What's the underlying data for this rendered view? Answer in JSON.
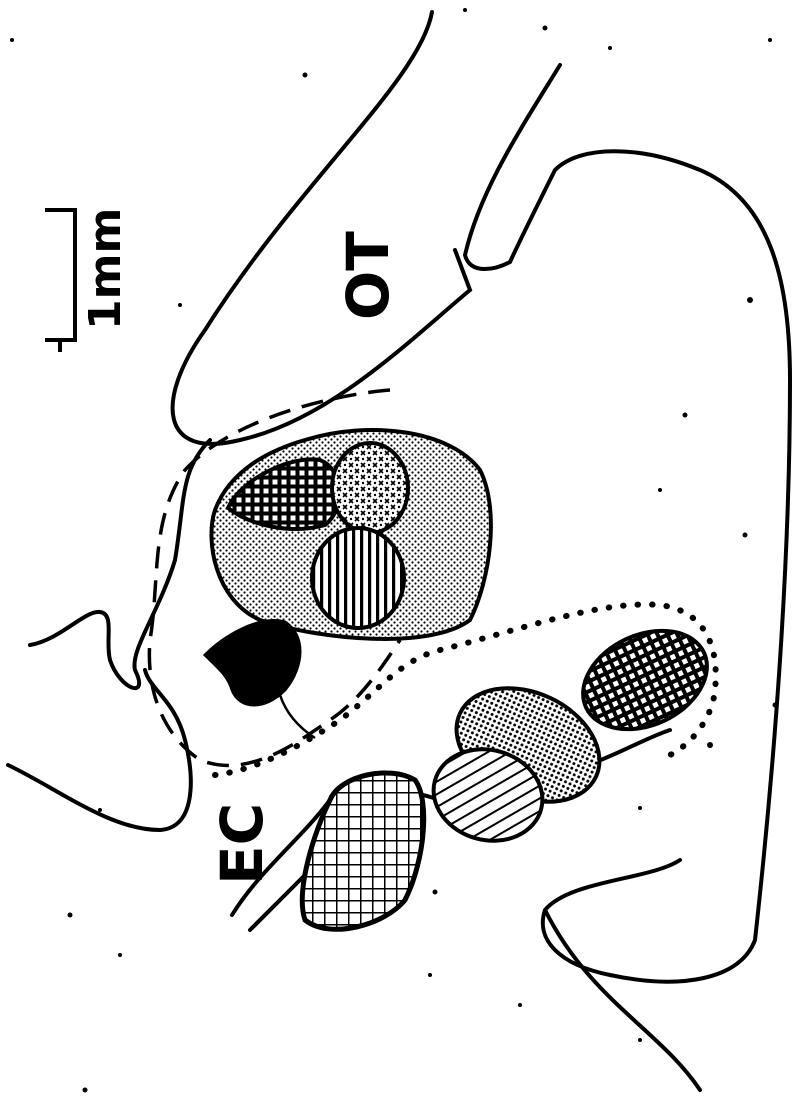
{
  "figure": {
    "labels": {
      "optic_tract": "OT",
      "scale_bar": "1mm",
      "external_capsule": "EC"
    },
    "colors": {
      "ink": "#000000",
      "paper": "#ffffff"
    },
    "fill_patterns": [
      "stipple",
      "cross-dots",
      "dense-dots",
      "horizontal-lines",
      "diagonal-lines",
      "grid",
      "solid"
    ]
  }
}
